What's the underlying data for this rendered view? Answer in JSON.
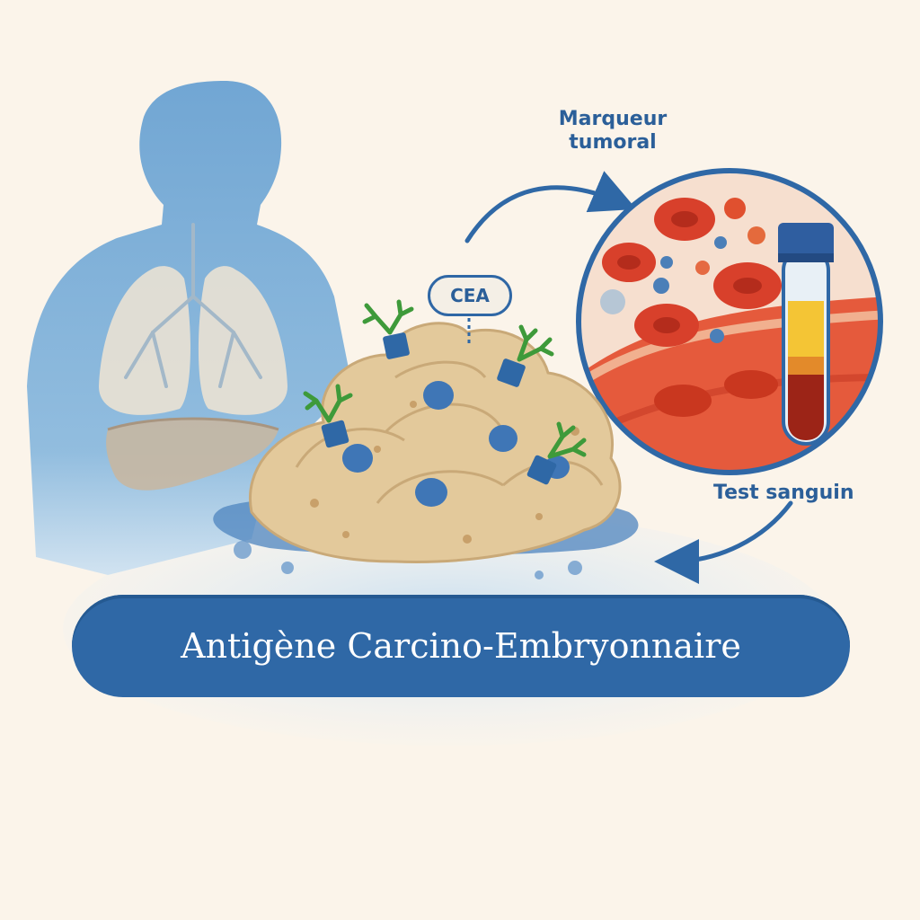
{
  "labels": {
    "tumor_marker": "Marqueur tumoral",
    "cea": "CEA",
    "blood_test": "Test sanguin",
    "title": "Antigène Carcino-Embryonnaire"
  },
  "colors": {
    "background": "#fbf4ea",
    "accent_blue": "#2f68a6",
    "silhouette_blue": "#7fb0d9",
    "tumor_beige": "#e7cfa3",
    "blood_red": "#d9442f",
    "antibody_green": "#3e9a3a"
  }
}
